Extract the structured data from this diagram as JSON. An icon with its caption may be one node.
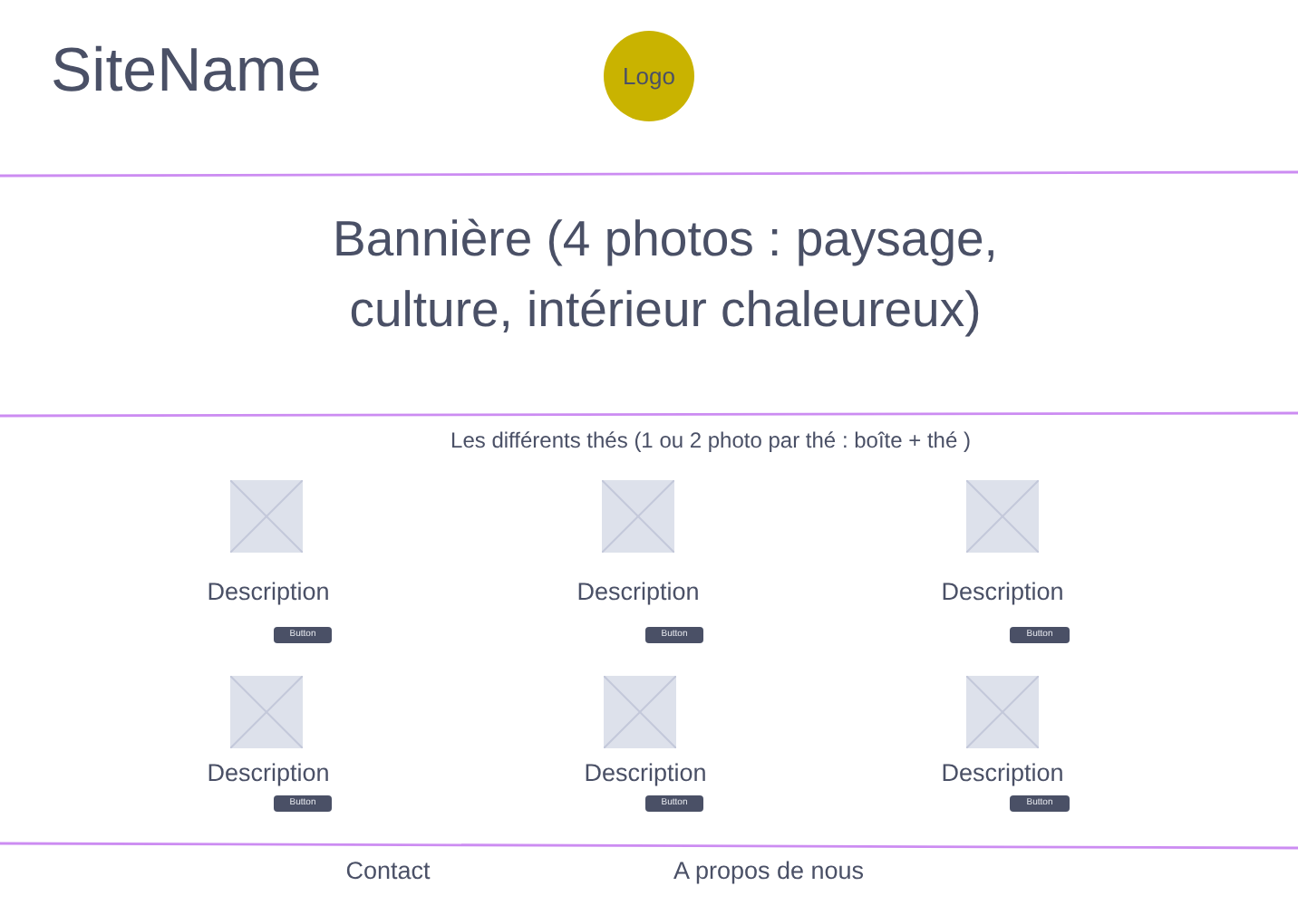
{
  "diagram": {
    "nodes": [
      {
        "text": [
          "Logo"
        ]
      },
      {
        "text": [],
        "shape": "box",
        "beside": [
          "Description"
        ]
      },
      {
        "text": [],
        "shape": "box",
        "beside": [
          "Description"
        ]
      },
      {
        "text": [],
        "shape": "box",
        "beside": [
          "Description"
        ]
      },
      {
        "text": [
          "Button"
        ]
      },
      {
        "text": [
          "Button"
        ]
      },
      {
        "text": [
          "Button"
        ]
      },
      {
        "text": [],
        "shape": "box",
        "beside": [
          "Description"
        ]
      },
      {
        "text": [],
        "shape": "box",
        "beside": [
          "Description"
        ]
      },
      {
        "text": [],
        "shape": "box",
        "beside": [
          "Description"
        ]
      },
      {
        "text": [
          "Button"
        ]
      },
      {
        "text": [
          "Button"
        ]
      },
      {
        "text": [
          "Button"
        ]
      }
    ],
    "labels": [
      "SiteName",
      "Bannière (4 photos : paysage, culture, intérieur chaleureux)",
      "Les différents thés (1 ou 2 photo par thé : boîte + thé )",
      "Contact",
      "A propos de nous"
    ]
  }
}
